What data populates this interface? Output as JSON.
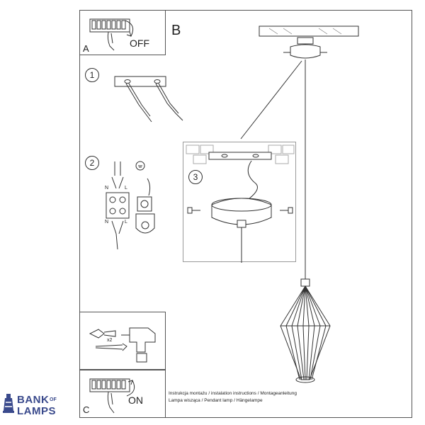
{
  "panels": {
    "a_label": "A",
    "a_action": "OFF",
    "b_label": "B",
    "c_label": "C",
    "c_action": "ON"
  },
  "steps": {
    "step1": "1",
    "step2": "2",
    "step3": "3"
  },
  "wiring": {
    "n_top": "N",
    "l_top": "L",
    "n_bottom": "N",
    "l_bottom": "L"
  },
  "tools": {
    "count": "x2"
  },
  "captions": {
    "line1": "Instrukcja montażu / instalation instructions / Montageanleitung",
    "line2": "Lampa wisząca / Pendant lamp / Hängelampe"
  },
  "logo": {
    "bank": "BANK",
    "of": "OF",
    "lamps": "LAMPS"
  }
}
